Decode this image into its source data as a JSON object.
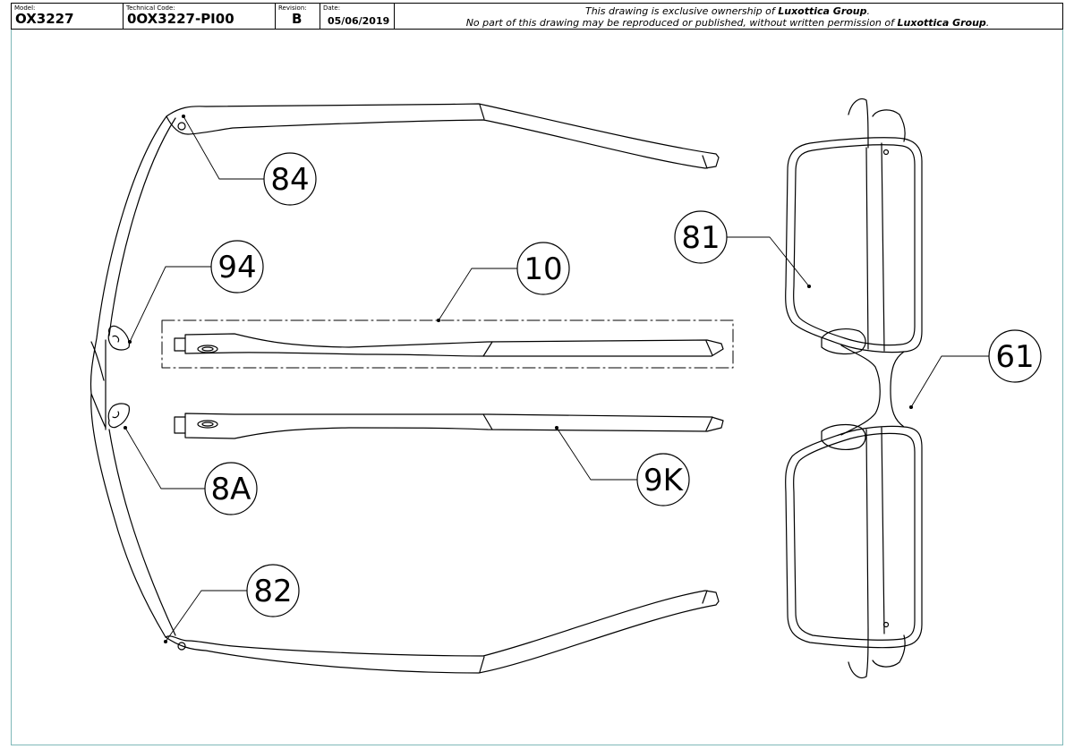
{
  "title_block": {
    "model_label": "Model:",
    "model_value": "OX3227",
    "technical_code_label": "Technical Code:",
    "technical_code_value": "0OX3227-PI00",
    "revision_label": "Revision:",
    "revision_value": "B",
    "date_label": "Date:",
    "date_value": "05/06/2019",
    "notice_line1_prefix": "This drawing is exclusive ownership of ",
    "notice_line1_company": "Luxottica Group",
    "notice_line1_suffix": ".",
    "notice_line2_prefix": "No part of this drawing may be reproduced or published, without written permission of ",
    "notice_line2_company": "Luxottica Group",
    "notice_line2_suffix": "."
  },
  "callouts": {
    "c84": "84",
    "c94": "94",
    "c10": "10",
    "c8A": "8A",
    "c9K": "9K",
    "c82": "82",
    "c81": "81",
    "c61": "61"
  },
  "colors": {
    "line": "#000000",
    "sheet_border": "#7fb8b8"
  }
}
